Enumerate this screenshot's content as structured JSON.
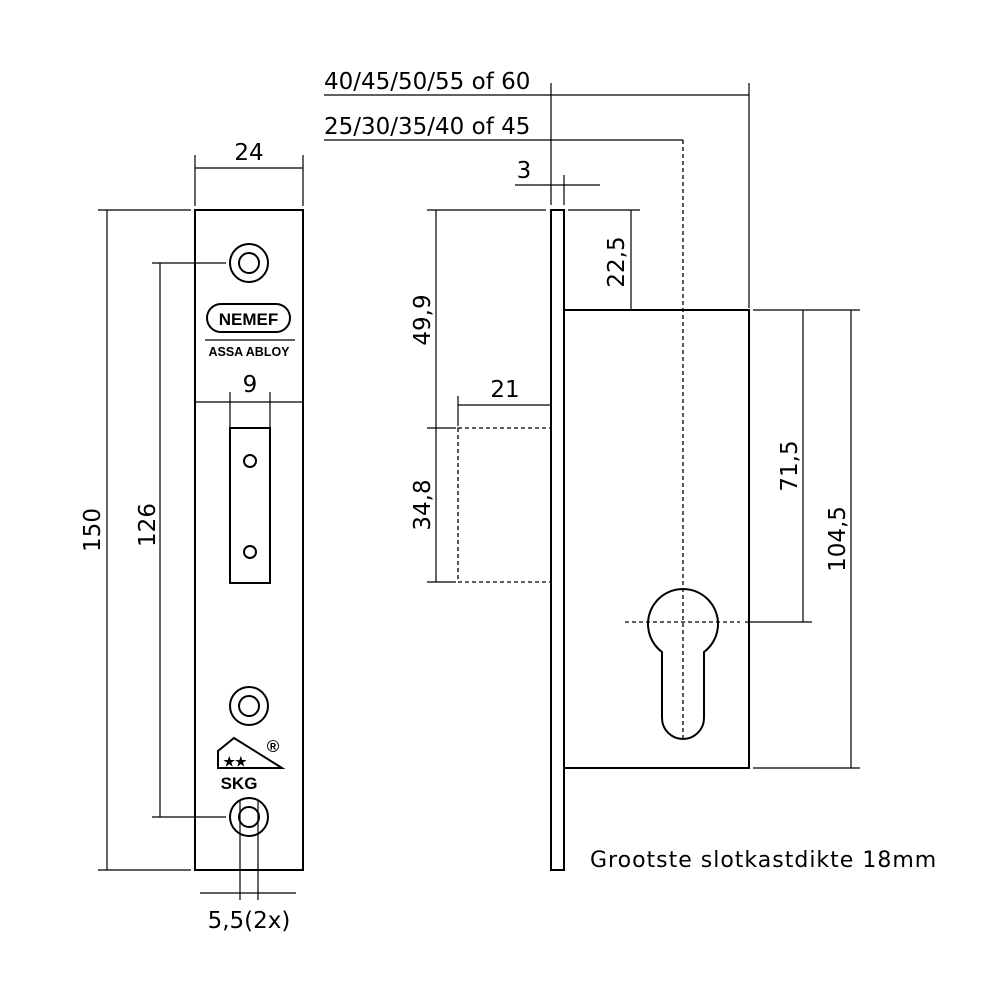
{
  "dimensions": {
    "width_24": "24",
    "height_150": "150",
    "spacing_126": "126",
    "latch_width_9": "9",
    "hole_dia": "5,5(2x)",
    "backset_outer": "40/45/50/55 of 60",
    "backset_inner": "25/30/35/40 of 45",
    "faceplate_thickness": "3",
    "offset_22_5": "22,5",
    "dim_49_9": "49,9",
    "bolt_throw_21": "21",
    "bolt_height_34_8": "34,8",
    "dim_71_5": "71,5",
    "dim_104_5": "104,5"
  },
  "branding": {
    "brand_name": "NEMEF",
    "sub_brand": "ASSA ABLOY",
    "cert_mark": "SKG",
    "registered_mark": "®",
    "stars": "★★"
  },
  "note": "Grootste slotkastdikte 18mm"
}
